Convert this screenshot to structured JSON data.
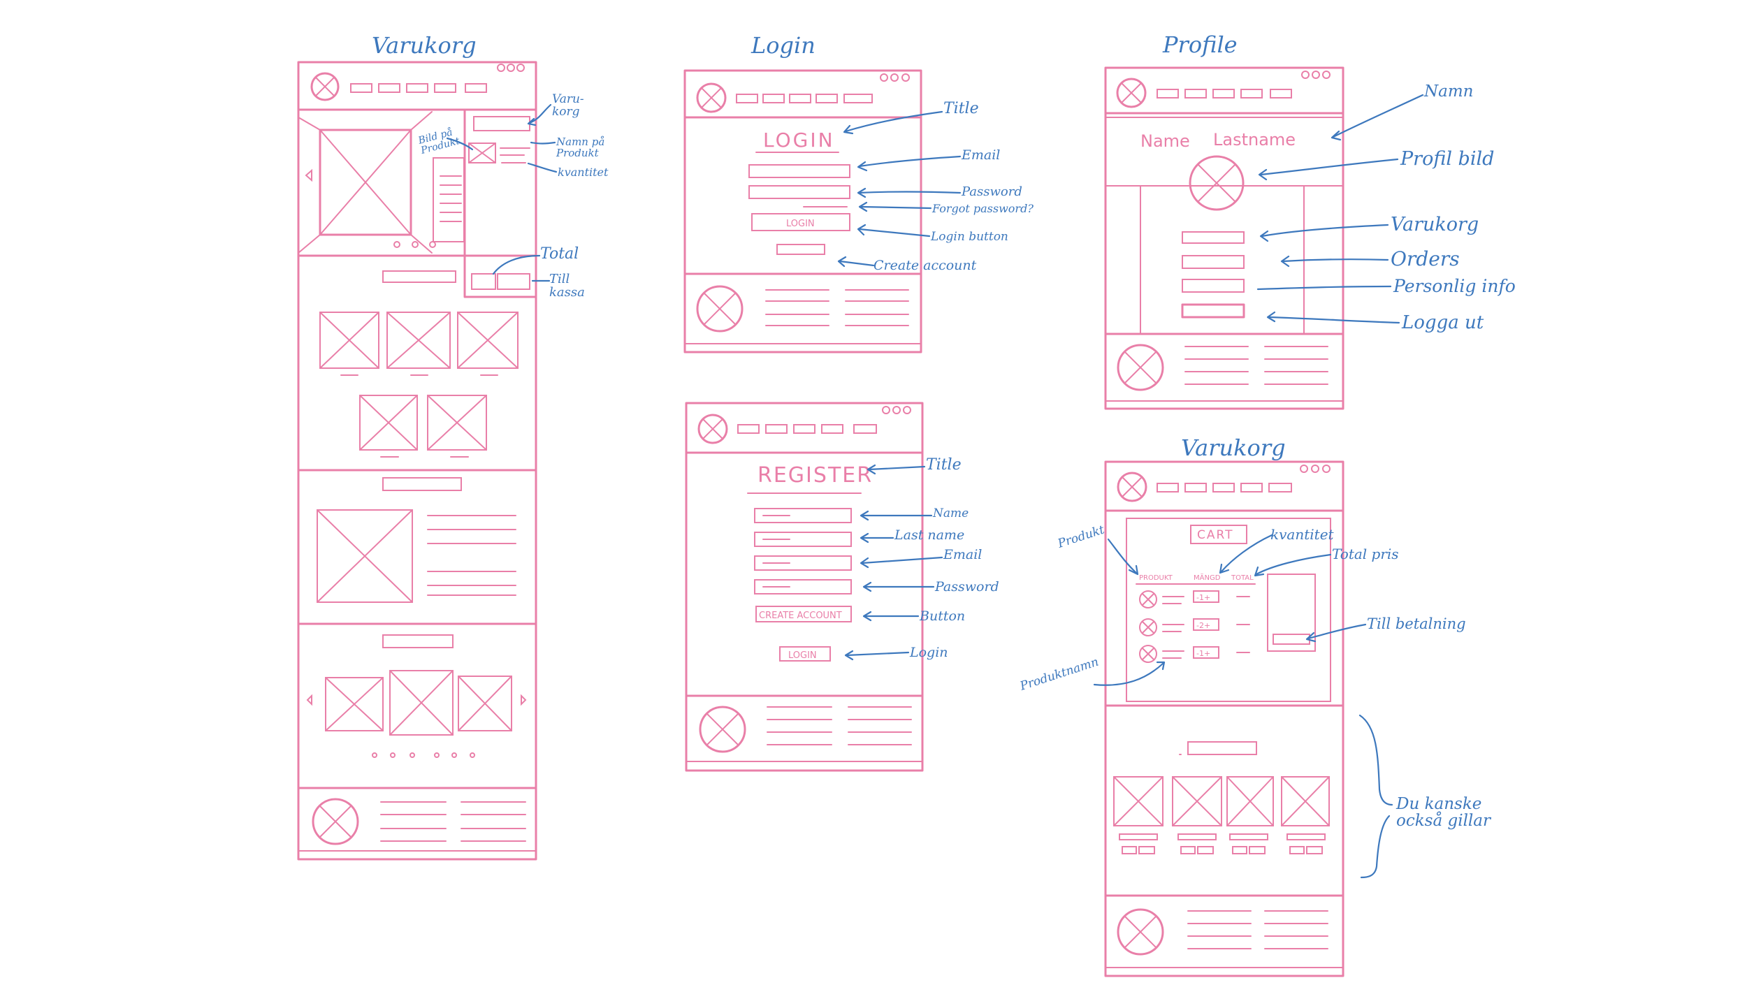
{
  "colors": {
    "sketch": "#e97fa8",
    "annotation": "#3d78bd",
    "background": "#ffffff"
  },
  "screens": {
    "varukorg_tall": {
      "title": "Varukorg",
      "annotations": {
        "varukorg": "Varu-\nkorg",
        "bild_pa_produkt": "Bild på\nProdukt",
        "namn_pa_produkt": "Namn på\nProdukt",
        "kvantitet": "kvantitet",
        "total": "Total",
        "till_kassa": "Till\nkassa"
      }
    },
    "login": {
      "title": "Login",
      "heading": "LOGIN",
      "button_text": "LOGIN",
      "annotations": {
        "title": "Title",
        "email": "Email",
        "password": "Password",
        "forgot_password": "Forgot password?",
        "login_button": "Login button",
        "create_account": "Create account"
      }
    },
    "register": {
      "heading": "REGISTER",
      "create_account_button": "CREATE ACCOUNT",
      "login_button": "LOGIN",
      "annotations": {
        "title": "Title",
        "name": "Name",
        "last_name": "Last name",
        "email": "Email",
        "password": "Password",
        "button": "Button",
        "login": "Login"
      }
    },
    "profile": {
      "title": "Profile",
      "name_label": "Name",
      "lastname_label": "Lastname",
      "annotations": {
        "namn": "Namn",
        "profil_bild": "Profil bild",
        "varukorg": "Varukorg",
        "orders": "Orders",
        "personlig_info": "Personlig info",
        "logga_ut": "Logga ut"
      }
    },
    "varukorg_cart": {
      "title": "Varukorg",
      "heading": "CART",
      "columns": [
        "PRODUKT",
        "MÄNGD",
        "TOTAL"
      ],
      "quantities": [
        "-1+",
        "-2+",
        "-1+"
      ],
      "annotations": {
        "produkt": "Produkt",
        "kvantitet": "kvantitet",
        "total_pris": "Total pris",
        "till_betalning": "Till betalning",
        "produktnamn": "Produktnamn",
        "du_kanske_ocksa_gillar": "Du kanske\nockså gillar"
      }
    }
  }
}
